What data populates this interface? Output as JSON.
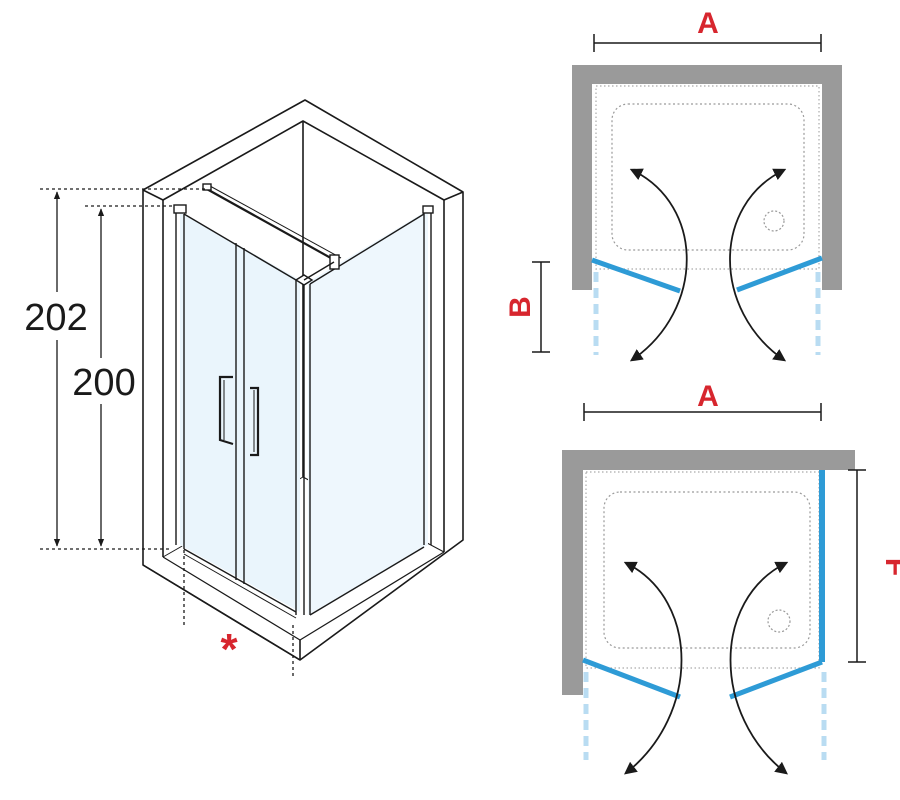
{
  "iso_view": {
    "height_total_label": "202",
    "height_panel_label": "200",
    "marker": "*",
    "marker_color": "#d7262e"
  },
  "plan_top": {
    "width_label": "A",
    "depth_label": "B",
    "door_type": "double swing doors"
  },
  "plan_bottom": {
    "width_label": "A",
    "side_label": "F",
    "door_type": "double swing doors with side panel"
  },
  "colors": {
    "label_red": "#d7262e",
    "glass_blue": "#2e9bd6",
    "glass_light_blue": "#b9dcf2",
    "wall_gray": "#9a9a9a",
    "line": "#1a1a1a"
  }
}
